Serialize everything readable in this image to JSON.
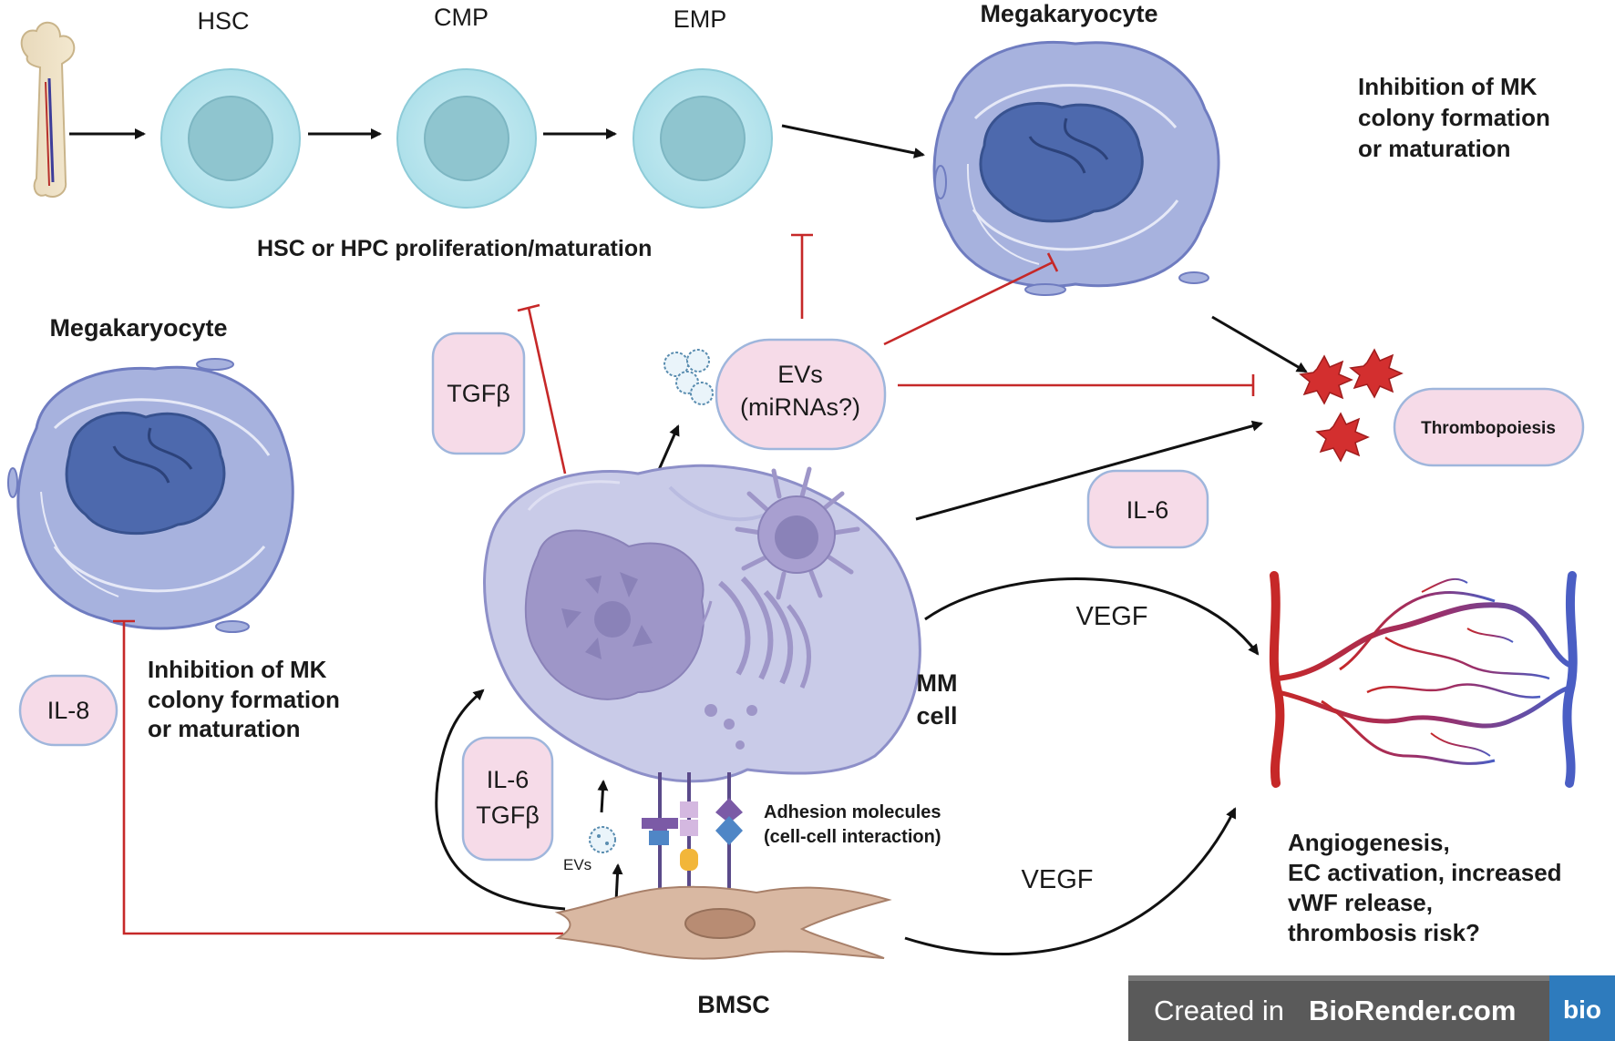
{
  "diagram": {
    "progenitors": {
      "hsc": "HSC",
      "cmp": "CMP",
      "emp": "EMP",
      "megakaryocyte_top": "Megakaryocyte",
      "top_inhibition": [
        "Inhibition of MK",
        "colony formation",
        "or maturation"
      ],
      "proliferation_caption": "HSC or HPC proliferation/maturation"
    },
    "left_panel": {
      "megakaryocyte": "Megakaryocyte",
      "il8": "IL-8",
      "inhibition": [
        "Inhibition of MK",
        "colony formation",
        "or maturation"
      ]
    },
    "factors": {
      "tgfb": "TGFβ",
      "evs_box": [
        "EVs",
        "(miRNAs?)"
      ],
      "il6_right": "IL-6",
      "il6_tgfb_box": [
        "IL-6",
        "TGFβ"
      ],
      "evs_small": "EVs",
      "thrombopoiesis": "Thrombopoiesis",
      "vegf_upper": "VEGF",
      "vegf_lower": "VEGF"
    },
    "cells": {
      "mm_cell": [
        "MM",
        "cell"
      ],
      "bmsc": "BMSC",
      "adhesion": [
        "Adhesion molecules",
        "(cell-cell interaction)"
      ]
    },
    "outcomes": {
      "angiogenesis": [
        "Angiogenesis,",
        "EC activation, increased",
        "vWF release,",
        "thrombosis risk?"
      ]
    },
    "footer": {
      "created_in": "Created in",
      "brand": "BioRender.com",
      "logo": "bio"
    },
    "colors": {
      "inhibition": "#c62828",
      "activation": "#111111",
      "stem_cell": "#b7e3ec",
      "megakaryocyte": "#a7b2de",
      "platelet": "#d32f2f",
      "factor_box": "#f6dbe8",
      "artery": "#c62828",
      "vein": "#4a5ec4"
    }
  }
}
